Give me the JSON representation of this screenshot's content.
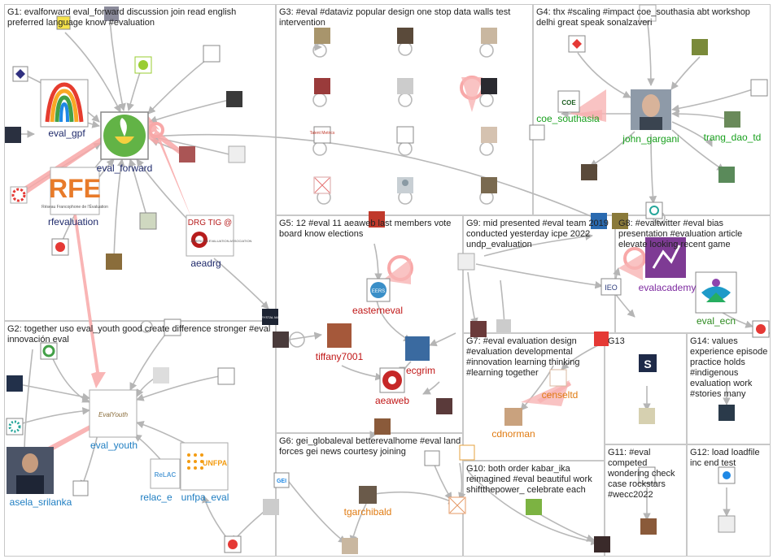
{
  "groups": [
    {
      "id": "g1",
      "label": "G1: evalforward eval_forward discussion join read english preferred language know #evaluation"
    },
    {
      "id": "g2",
      "label": "G2: together uso eval_youth good create difference stronger #eval innovación eval"
    },
    {
      "id": "g3",
      "label": "G3: #eval #dataviz popular design one stop data walls test intervention"
    },
    {
      "id": "g4",
      "label": "G4: thx #scaling #impact coe_southasia abt workshop delhi great speak sonalzaveri"
    },
    {
      "id": "g5",
      "label": "G5: 12 #eval 11 aeaweb last members vote board know elections"
    },
    {
      "id": "g6",
      "label": "G6: gei_globaleval betterevalhome #eval land forces gei news courtesy joining"
    },
    {
      "id": "g7",
      "label": "G7: #eval evaluation design #evaluation developmental #innovation learning thinking #learning together"
    },
    {
      "id": "g8",
      "label": "G8: #evaltwitter #eval bias presentation #evaluation article elevate looking recent game"
    },
    {
      "id": "g9",
      "label": "G9: mid presented #eval team 2019 conducted yesterday icpe 2022 undp_evaluation"
    },
    {
      "id": "g10",
      "label": "G10: both order kabar_ika reimagined #eval beautiful work shiftthepower_ celebrate each"
    },
    {
      "id": "g11",
      "label": "G11: #eval competed wondering check case rockstars #wecc2022"
    },
    {
      "id": "g12",
      "label": "G12: load loadfile inc end test"
    },
    {
      "id": "g13",
      "label": "G13"
    },
    {
      "id": "g14",
      "label": "G14: values experience episode practice holds #indigenous evaluation work #stories many"
    }
  ],
  "node_labels": [
    {
      "id": "eval_gpf",
      "text": "eval_gpf"
    },
    {
      "id": "eval_forward",
      "text": "eval_forward"
    },
    {
      "id": "rfevaluation",
      "text": "rfevaluation"
    },
    {
      "id": "aeadrg",
      "text": "aeadrg"
    },
    {
      "id": "eval_youth",
      "text": "eval_youth"
    },
    {
      "id": "asela_srilanka",
      "text": "asela_srilanka"
    },
    {
      "id": "relac_e",
      "text": "relac_e"
    },
    {
      "id": "unfpa_eval",
      "text": "unfpa_eval"
    },
    {
      "id": "coe_southasia",
      "text": "coe_southasia"
    },
    {
      "id": "john_gargani",
      "text": "john_gargani"
    },
    {
      "id": "trang_dao_td",
      "text": "trang_dao_td"
    },
    {
      "id": "easterneval",
      "text": "easterneval"
    },
    {
      "id": "tiffany7001",
      "text": "tiffany7001"
    },
    {
      "id": "ecgrim",
      "text": "ecgrim"
    },
    {
      "id": "aeaweb",
      "text": "aeaweb"
    },
    {
      "id": "tgarchibald",
      "text": "tgarchibald"
    },
    {
      "id": "evalacademy",
      "text": "evalacademy"
    },
    {
      "id": "eval_ecn",
      "text": "eval_ecn"
    },
    {
      "id": "censeltd",
      "text": "censeltd"
    },
    {
      "id": "cdnorman",
      "text": "cdnorman"
    }
  ],
  "avatar_text": {
    "rfe": "RFE",
    "rfe_sub": "Réseau Francophone de l'Évaluation",
    "drg_top": "DRG TIG @",
    "drg_sub": "AMERICAN EVALUATION ASSOCIATION",
    "coe": "COE",
    "youth": "EvalYouth",
    "unfpa": "UNFPA",
    "relac": "ReLAC",
    "ieo": "IEO",
    "gei": "GEI",
    "s": "S",
    "eers": "EERS",
    "talent": "Talent Metrics",
    "crystal": "CRYSTAL MAP"
  },
  "colors": {
    "g1_label": "#1f2a6b",
    "g2_label": "#1f7ec2",
    "g4_label": "#19a01e",
    "g5_label": "#c01616",
    "g6_label": "#e07b12",
    "g7_label": "#e07b12",
    "g8_label": "#7d2aa0",
    "g8_label2": "#2c8a1e",
    "edge_gray": "#b5b5b5",
    "edge_pink": "#f59a9a",
    "box_border": "#c8c8c8"
  }
}
